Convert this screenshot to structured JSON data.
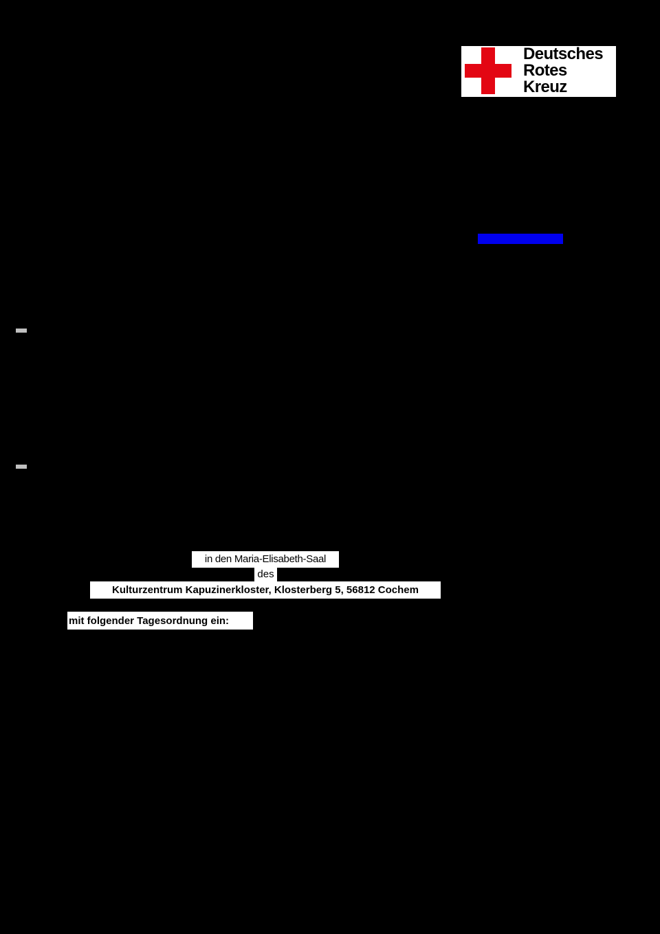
{
  "logo": {
    "line1": "Deutsches",
    "line2": "Rotes",
    "line3": "Kreuz",
    "cross_color": "#e30613"
  },
  "invitation": {
    "location_line": "in den Maria-Elisabeth-Saal",
    "des": "des",
    "venue": "Kulturzentrum Kapuzinerkloster, Klosterberg 5, 56812 Cochem",
    "agenda_intro": "mit folgender Tagesordnung ein:"
  },
  "colors": {
    "background": "#000000",
    "link": "#0000ee",
    "bullet": "#c0c0c0"
  }
}
